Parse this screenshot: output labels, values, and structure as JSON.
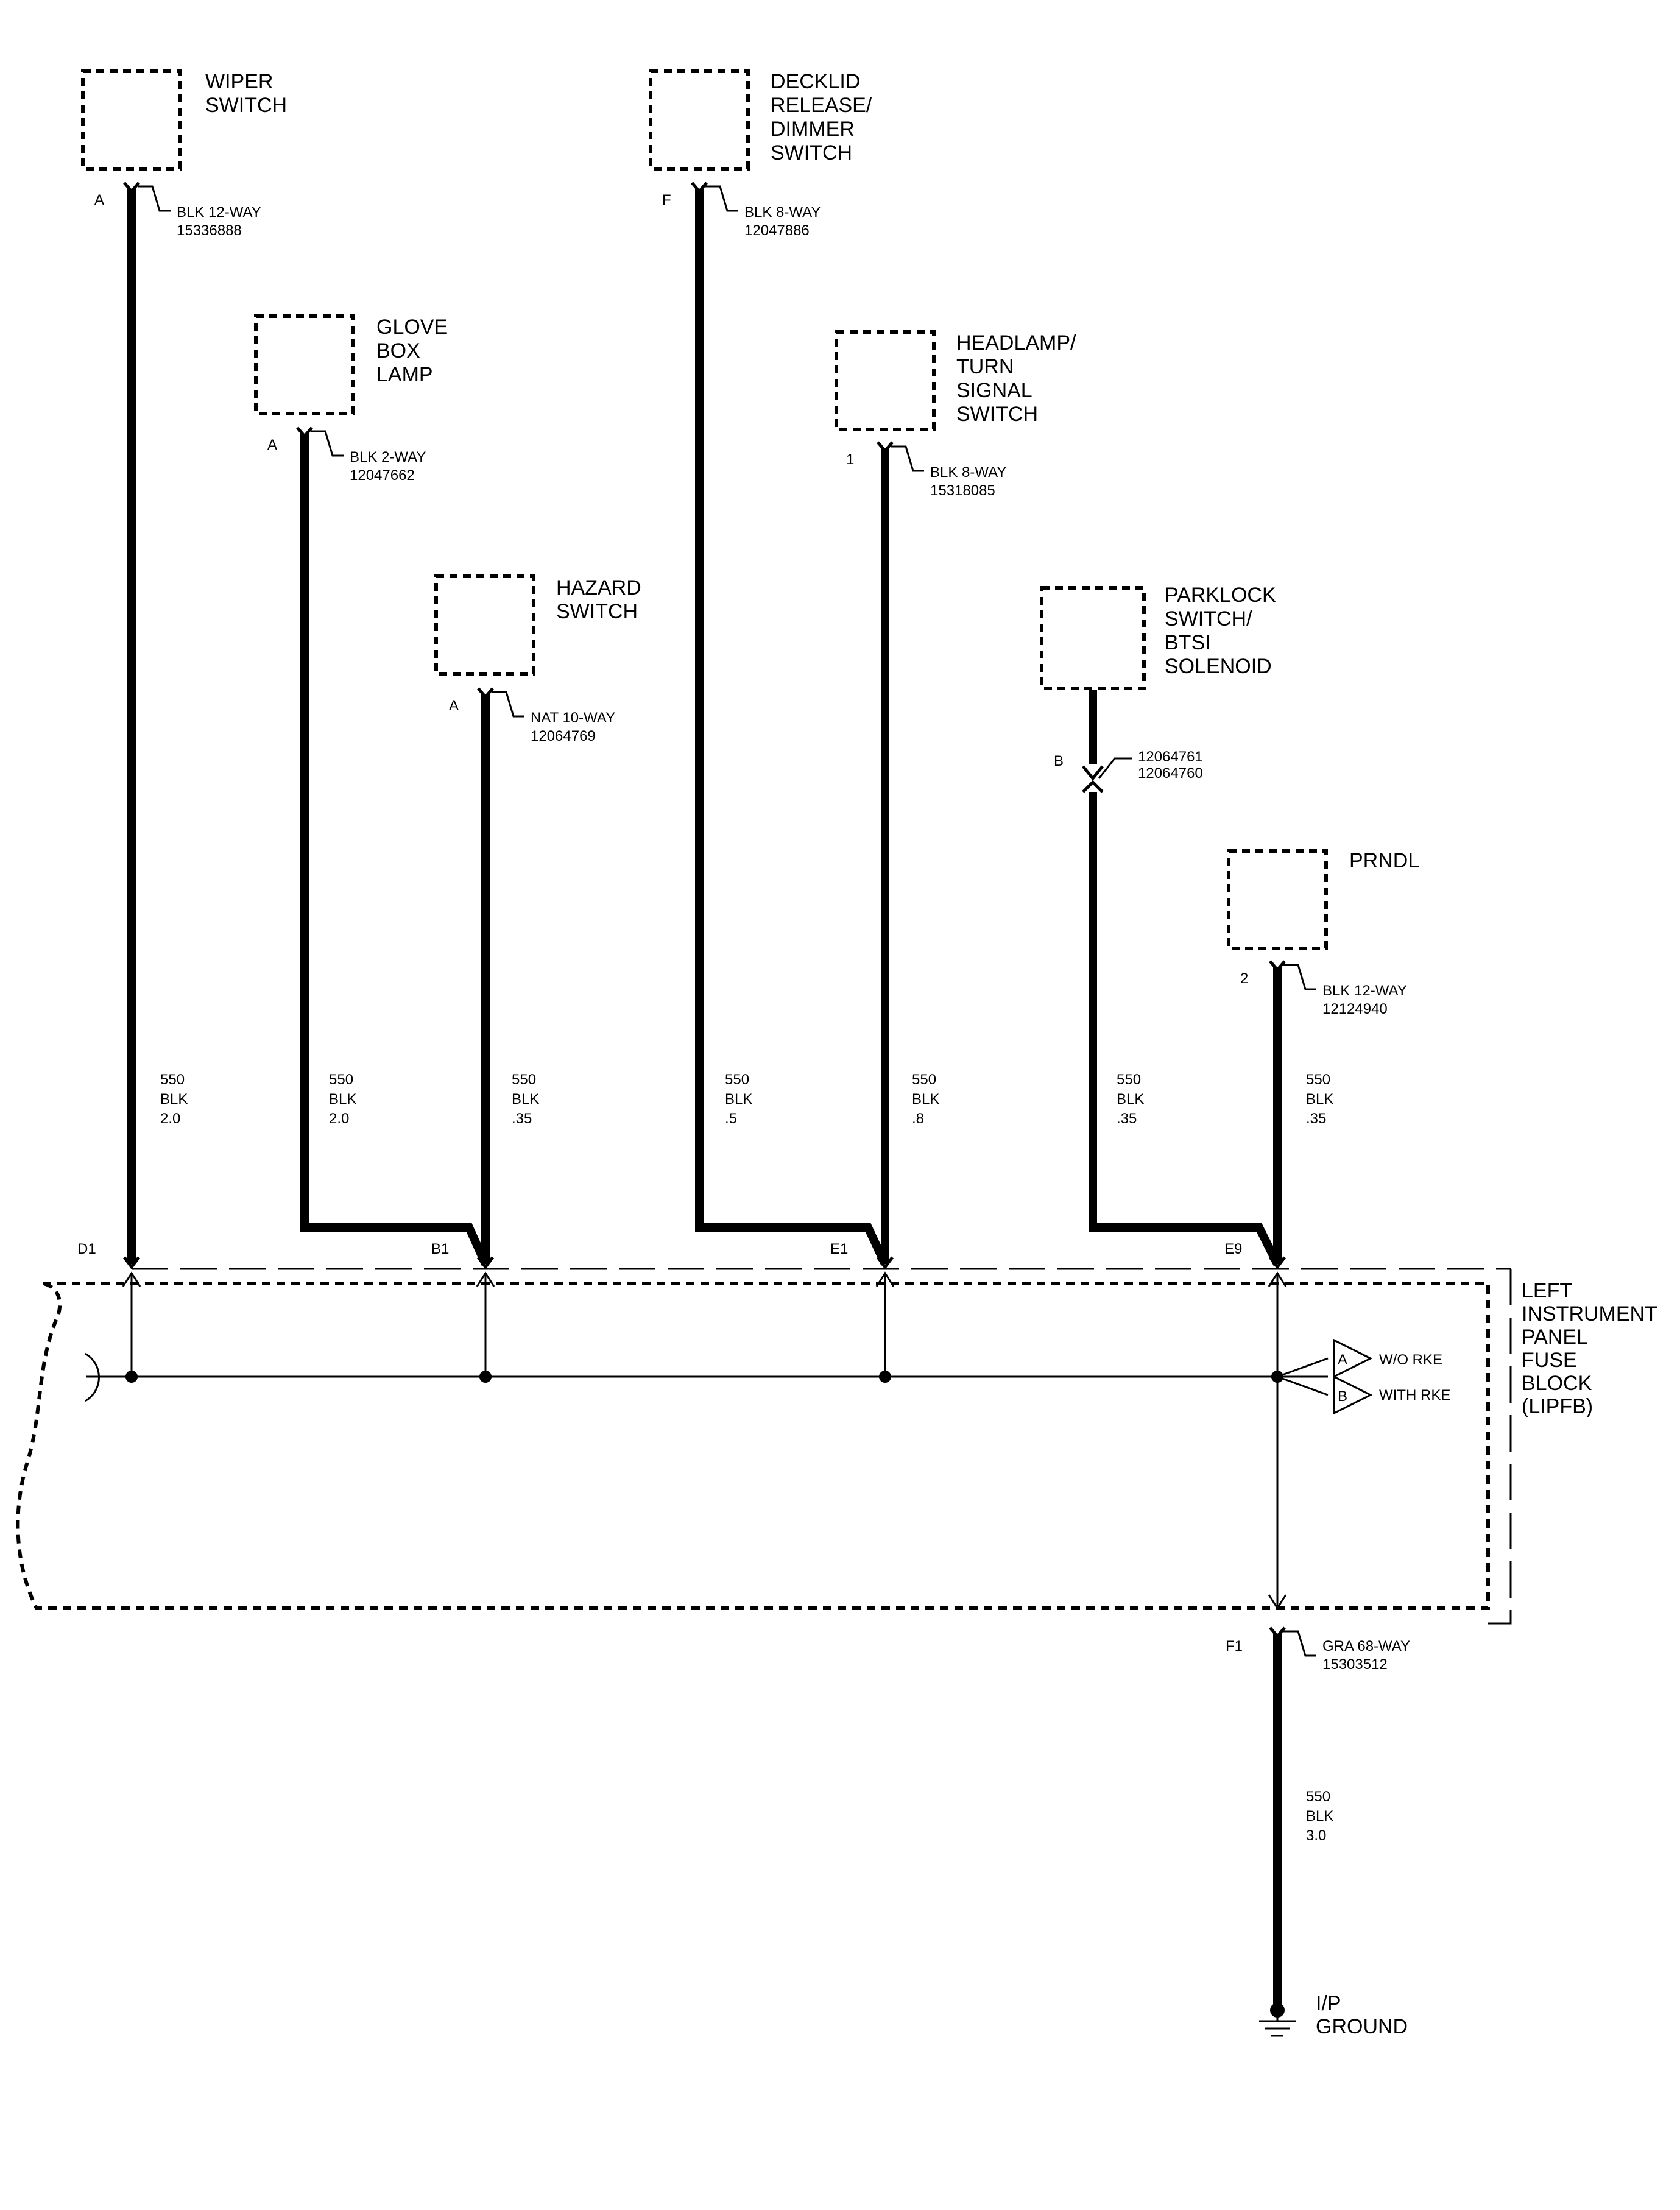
{
  "components": {
    "wiper_switch": [
      "WIPER",
      "SWITCH"
    ],
    "decklid_switch": [
      "DECKLID",
      "RELEASE/",
      "DIMMER",
      "SWITCH"
    ],
    "glove_box_lamp": [
      "GLOVE",
      "BOX",
      "LAMP"
    ],
    "headlamp_switch": [
      "HEADLAMP/",
      "TURN",
      "SIGNAL",
      "SWITCH"
    ],
    "hazard_switch": [
      "HAZARD",
      "SWITCH"
    ],
    "parklock_switch": [
      "PARKLOCK",
      "SWITCH/",
      "BTSI",
      "SOLENOID"
    ],
    "prndl": [
      "PRNDL"
    ],
    "fuse_block": [
      "LEFT",
      "INSTRUMENT",
      "PANEL",
      "FUSE",
      "BLOCK",
      "(LIPFB)"
    ],
    "ground": [
      "I/P",
      "GROUND"
    ]
  },
  "connectors": {
    "wiper": {
      "pin": "A",
      "type": "BLK 12-WAY",
      "part": "15336888"
    },
    "glove": {
      "pin": "A",
      "type": "BLK 2-WAY",
      "part": "12047662"
    },
    "hazard": {
      "pin": "A",
      "type": "NAT 10-WAY",
      "part": "12064769"
    },
    "decklid": {
      "pin": "F",
      "type": "BLK 8-WAY",
      "part": "12047886"
    },
    "headlamp": {
      "pin": "1",
      "type": "BLK 8-WAY",
      "part": "15318085"
    },
    "parklock": {
      "pin": "B",
      "type": "12064761",
      "part": "12064760"
    },
    "prndl": {
      "pin": "2",
      "type": "BLK 12-WAY",
      "part": "12124940"
    },
    "fuse_out": {
      "pin": "F1",
      "type": "GRA 68-WAY",
      "part": "15303512"
    }
  },
  "wires": {
    "w1": [
      "550",
      "BLK",
      "2.0"
    ],
    "w2": [
      "550",
      "BLK",
      "2.0"
    ],
    "w3": [
      "550",
      "BLK",
      ".35"
    ],
    "w4": [
      "550",
      "BLK",
      ".5"
    ],
    "w5": [
      "550",
      "BLK",
      ".8"
    ],
    "w6": [
      "550",
      "BLK",
      ".35"
    ],
    "w7": [
      "550",
      "BLK",
      ".35"
    ],
    "w8": [
      "550",
      "BLK",
      "3.0"
    ]
  },
  "fuse_pins": {
    "d1": "D1",
    "b1": "B1",
    "e1": "E1",
    "e9": "E9"
  },
  "options": {
    "a": {
      "letter": "A",
      "text": "W/O RKE"
    },
    "b": {
      "letter": "B",
      "text": "WITH RKE"
    }
  }
}
